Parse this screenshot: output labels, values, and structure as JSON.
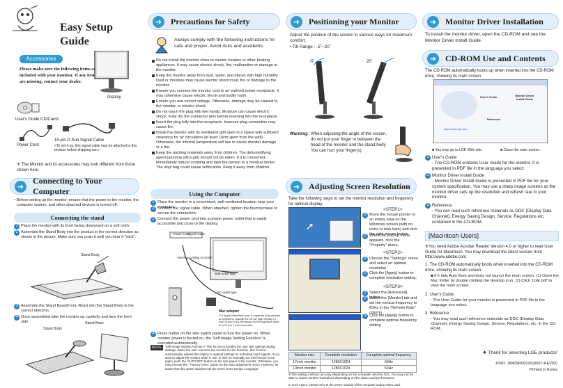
{
  "header": {
    "title": "Easy Setup Guide"
  },
  "accessories": {
    "tag": "Accessories",
    "intro": "Please make sure the following items are included with your monitor. If any items are missing, contact your dealer.",
    "display": "Display",
    "guide": "User's Guide CD/Cards",
    "power": "Power Cord",
    "signal": "15-pin D-Sub Signal Cable",
    "signal_note": "<To set it up, this signal cable may be attached to this product before shipping out.>",
    "note": "❈ The Monitor and its accessories may look different from those shown here."
  },
  "safety": {
    "title": "Precautions for Safety",
    "intro": "Always comply with the following instructions for safe and proper.  Avoid risks and accidents.",
    "items": [
      "Do not install the monitor close to electric heaters or other heating appliances. It may cause electric shock, fire, malfunction or damage to the monitor.",
      "Keep the monitor away from dust, water, and places with high humidity. Dust or moisture may cause electric shortcircuit, fire or damage to the monitor.",
      "Ensure you connect the monitor cord to an earthed power receptacle. It may otherwise cause electric shock and bodily harm.",
      "Ensure you use correct voltage. Otherwise, damage may be caused to the monitor, or electric shock.",
      "Do not touch the plug with wet hands. Moisture can cause electric shock. Fully dry the connector pins before inserting into the receptacle.",
      "Insert the plug fully into the receptacle. Insecure plug connection may cause fire.",
      "Install the monitor with its ventilation grill open in a space with sufficient clearance for air circulation (at least 10cm apart from the wall). Otherwise, the internal temperature will rise to cause monitor damage or a fire.",
      "Keep the packing materials away from children. The dehumidifying agent (alumina silica gel) should not be eaten. If it is consumed, immediately induce vomiting and take the person to a medical doctor. The vinyl bag could cause suffocation. Keep it away from children."
    ]
  },
  "position": {
    "title": "Positioning your Monitor",
    "text": "Adjust the position of the screen in various ways for maximum comfort.",
    "tilt": "• Tilt Range : -5˚~20˚",
    "minus": "-5˚",
    "plus": "20˚",
    "warning_label": "Warning:",
    "warning": "When adjusting the angle of the screen, do not put your finger in between the head of the monitor and the stand body . You can hurt your finger(s)."
  },
  "driver": {
    "title": "Monitor Driver Installation",
    "text": "To install the monitor driver, open the CD-ROM and see the Monitor Driver Install Guide."
  },
  "cdrom": {
    "title": "CD-ROM Use and Contents",
    "text": "The CD-ROM automatically boots up when inserted into the CD-ROM drive, showing its main screen.",
    "cap_left": "You may go to LGE Web site.",
    "cap_right": "Close the main screen.",
    "items": [
      {
        "n": "1",
        "h": "User's Guide",
        "t": "- The CD-ROM contains User Guide for the monitor. It is presented in PDF file in the language you select."
      },
      {
        "n": "2",
        "h": "Monitor Driver Install Guide",
        "t": "- Monitor Driver Install Guide is presented in PDF file for your system specification. You may use a sharp image screens as the monitor driver sets up the resolution and refresh rate to your monitor."
      },
      {
        "n": "3",
        "h": "Reference",
        "t": "- You can read such reference materials as DDC (Display Data Channel), Energy Saving Design, Service, Regulations etc. contained in the CD-ROM."
      }
    ],
    "screen": {
      "guide": "User's Guide",
      "driver": "Monitor Driver Install Guide",
      "ref": "Reference",
      "url": "http://www.lge.com"
    }
  },
  "mac": {
    "title": "[Macintosh Users]",
    "note": "❈You need Adobe Acrobat Reader Version 4.0 or higher to read User Guide for Macintosh. You may download the latest version from http://www.adobe.com.",
    "s1": "1. The CD-ROM automatically boots when inserted into the CD-ROM drive, showing its main screen.",
    "s1b": "■ If it fails Auto Boot and does not launch the main screen, (1) Open the Mac folder by double clicking the desktop icon. (2) Click 'LGE.pdf' to view the main screen.",
    "s2": "2. User's Guide",
    "s2b": "- The User Guide for your monitor is presented in PDF file in the language you select.",
    "s3": "3. Reference",
    "s3b": "- You may read such reference materials as DDC (Display Data Channel), Energy Saving Design, Service, Regulations, etc. in the CD-ROM.",
    "thanks": "❖ Thank for selecting LGE products!",
    "pno": "P/NO. 38409R0022D(0607-REV03)",
    "printed": "Printed in Korea"
  },
  "connect": {
    "title": "Connecting to Your Computer",
    "intro": "Before setting up the monitor, ensure that the power to the monitor, the computer system, and other attached devices is turned off.",
    "stand_title": "Connecting the stand",
    "s1": "Place the monitor with its front facing downward on a soft cloth.",
    "s2": "Assemble the Stand Body into the product in the correct direction as shown in the picture. Make sure you push it until you hear it \"click\".",
    "s3": "Assemble the Stand Base(Front, Rear) into the Stand Body in the correct direction.",
    "s4": "Once assembled take the monitor up carefully and face the front side.",
    "stand_body": "Stand Body",
    "stand_base": "Stand Base",
    "using_title": "Using the Computer",
    "u1": "Place the monitor in a convenient, well-ventilated location near your computer.",
    "u2": "Connect the signal cable. When attached, tighten the thumbscrews to secure the connection.",
    "u3": "Connect the power cord into a proper power outlet  that is easily accessible and close to the display.",
    "power_cord": "Power Cord",
    "signal_cable": "Signal Cable",
    "varies": "Varies according to model",
    "wall": "Wall-outlet type",
    "pc": "PC-outlet type",
    "mac_adapter": "Mac adapter",
    "mac_note": "For Apple Macintosh use, a separate plug adapter is needed to change the 15 pin high density (3 row) D-sub VGA connector on the supplied cable to a 15 pin  2 row connector.",
    "u4": "Press  button on the side switch panel to turn the power on. When monitor power is turned on, the 'Self Image Setting Function' is executed automatically.",
    "note_head": "NOTE",
    "note": "'Self Image Setting Function'? This function provides the user with optimal display settings. When the user connects the monitor for the first time, this function automatically adjusts the display to optimal settings for individual input signals. If you want to adjust the monitor while in use, or wish to manually run this function once again, push the 'AUTO/SET' button on the side panel of the monitor. Otherwise, you may execute the \" Factory reset\" option on the OSD adjustment menu. However, be aware that this option initializes all the menu items except 'Language'."
  },
  "resolution": {
    "title": "Adjusting Screen Resolution",
    "intro": "Take the following steps to set the monitor resolution and frequency for optimal display.",
    "step1": "<STEP1>",
    "step1_text": "Move the mouse pointer to an empty area on the Windows screen (with no icons or task bars) and click the right mouse button.",
    "step1b": "When the pop-up menu appears, click the \"Property\" menu.",
    "step2": "<STEP2>",
    "step2_text": "Choose the \"Settings\" menu and select an optimal resolution.",
    "step2b": "Click the [Apply] button to complete resolution setting.",
    "step3": "<STEP3>",
    "step3_text": "Select the [Advanced] button.",
    "step3b": "Select the [Monitor] tab and set the vertical frequency to 60Hz in the \"Refresh Rate\" column.",
    "step3c": "Click the [Apply] button to complete optimal frequency setting.",
    "table": {
      "headers": [
        "Monitor size",
        "Complete resolution",
        "Complete optimal frequency"
      ],
      "rows": [
        [
          "17inch monitor",
          "1280X1024",
          "60Hz"
        ],
        [
          "19inch monitor",
          "1280X1024",
          "60Hz"
        ]
      ]
    },
    "note1": "❈The setting method can vary depending on the computer and the O/S. You may not be able to select certain resolutions depending on the video card performance.",
    "note2": "In such cases, please refer to the user's manual of the computer and/or video card."
  }
}
